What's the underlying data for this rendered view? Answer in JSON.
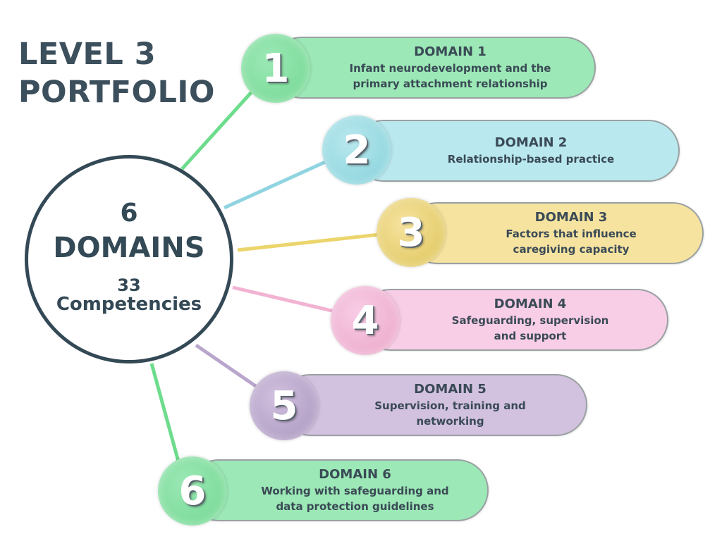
{
  "title": {
    "line1": "LEVEL 3",
    "line2": "PORTFOLIO"
  },
  "hub": {
    "count": "6",
    "label": "DOMAINS",
    "sub_count": "33",
    "sub_label": "Competencies",
    "border_color": "#344956"
  },
  "domains": [
    {
      "number": "1",
      "heading": "DOMAIN 1",
      "desc_line1": "Infant neurodevelopment and the",
      "desc_line2": "primary attachment relationship",
      "pill_color": "#9ce8b6",
      "badge_color": "#7ddc9b",
      "line_color": "#6ddc8c"
    },
    {
      "number": "2",
      "heading": "DOMAIN 2",
      "desc_line1": "Relationship-based practice",
      "desc_line2": "",
      "pill_color": "#b9e8ee",
      "badge_color": "#92d7df",
      "line_color": "#8fd4e0"
    },
    {
      "number": "3",
      "heading": "DOMAIN 3",
      "desc_line1": "Factors that influence",
      "desc_line2": "caregiving capacity",
      "pill_color": "#f6e3a0",
      "badge_color": "#e4cc6a",
      "line_color": "#ebd56c"
    },
    {
      "number": "4",
      "heading": "DOMAIN 4",
      "desc_line1": "Safeguarding, supervision",
      "desc_line2": "and support",
      "pill_color": "#f8cde6",
      "badge_color": "#eeafcf",
      "line_color": "#f2b3d3"
    },
    {
      "number": "5",
      "heading": "DOMAIN 5",
      "desc_line1": "Supervision, training and",
      "desc_line2": "networking",
      "pill_color": "#d2c1df",
      "badge_color": "#b3a0c6",
      "line_color": "#b9a6cc"
    },
    {
      "number": "6",
      "heading": "DOMAIN 6",
      "desc_line1": "Working with safeguarding and",
      "desc_line2": "data protection guidelines",
      "pill_color": "#9ce8b6",
      "badge_color": "#7ddc9b",
      "line_color": "#6ddc8c"
    }
  ]
}
